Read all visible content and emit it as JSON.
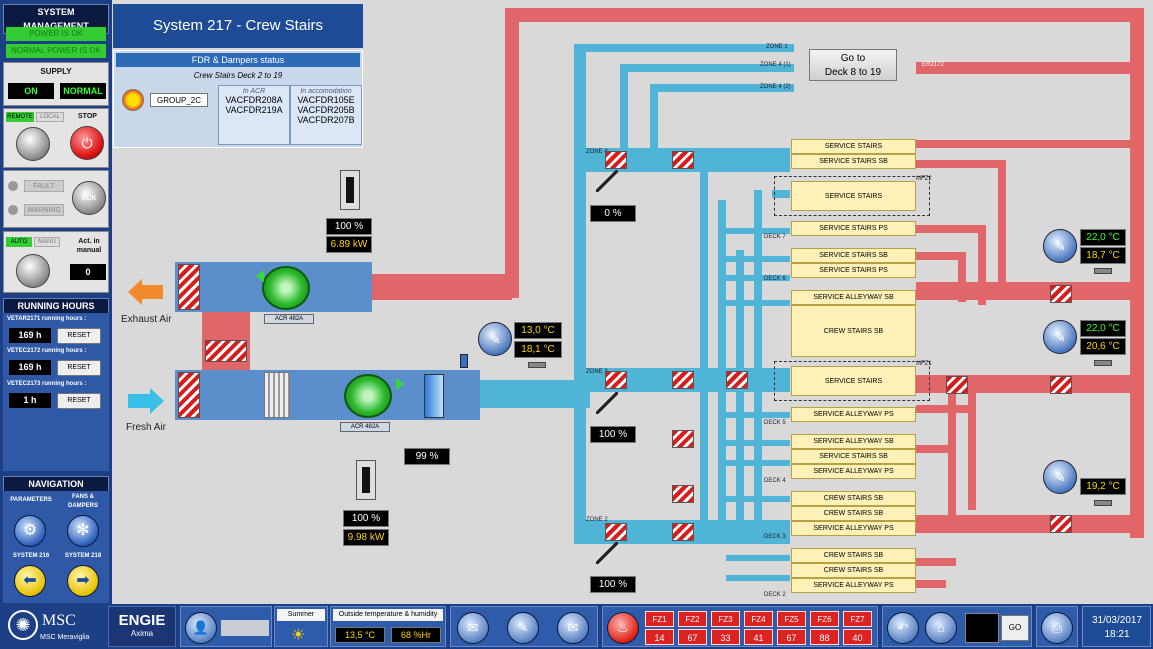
{
  "left": {
    "system_management": "SYSTEM MANAGEMENT",
    "power1": "POWER IS OK",
    "power2": "NORMAL POWER IS OK",
    "supply": "SUPPLY",
    "supply_on": "ON",
    "supply_mode": "NORMAL",
    "remote": "REMOTE",
    "local": "LOCAL",
    "stop": "STOP",
    "fault": "FAULT",
    "warning": "WARNING",
    "ack": "ACK",
    "auto": "AUTO",
    "manu": "MANU",
    "act_manual": "Act. in manual",
    "act_manual_value": "0",
    "running_hours": "RUNNING HOURS",
    "rh": [
      {
        "label": "VETAR2171 running hours :",
        "value": "169  h",
        "reset": "RESET"
      },
      {
        "label": "VETEC2172 running hours :",
        "value": "169  h",
        "reset": "RESET"
      },
      {
        "label": "VETEC2173 running hours :",
        "value": "1  h",
        "reset": "RESET"
      }
    ],
    "navigation": "NAVIGATION",
    "parameters": "PARAMETERS",
    "fans_dampers": "FANS & DAMPERS",
    "system216": "SYSTEM 216",
    "system218": "SYSTEM 218"
  },
  "title": "System 217 - Crew Stairs",
  "fdr": {
    "header": "FDR & Dampers status",
    "subtitle": "Crew Stairs Deck 2 to 19",
    "group": "GROUP_2C",
    "in_acr": "In ACR",
    "acr_items": [
      "VACFDR208A",
      "VACFDR219A"
    ],
    "in_accom": "In accomodation",
    "accom_items": [
      "VACFDR105E",
      "VACFDR205B",
      "VACFDR207B"
    ]
  },
  "goto": "Go to\nDeck 8 to 19",
  "diagram": {
    "exhaust_air": "Exhaust Air",
    "fresh_air": "Fresh Air",
    "acr_top": "ACR 482A",
    "acr_bottom": "ACR 482A",
    "fan_top_pct": "100 %",
    "fan_top_kw": "6.89  kW",
    "fan_bot_pct": "100 %",
    "fan_bot_kw": "9.98  kW",
    "coil_pct": "99 %",
    "temp_in1": "13,0  °C",
    "temp_in2": "18,1  °C",
    "zone1": "ZONE 1",
    "zone4_1": "ZONE 4 (1)",
    "zone4_2": "ZONE 4 (2)",
    "er": "ER2172",
    "zone4": "ZONE 4",
    "zone3": "ZONE 3",
    "zone2": "ZONE 2",
    "z4_pct": "0 %",
    "z3_pct": "100 %",
    "z2_pct": "100 %",
    "mfz1": "MFZ1",
    "mfz2": "MFZ2",
    "decks": [
      "DECK 7",
      "DECK 6",
      "DECK 5",
      "DECK 4",
      "DECK 3",
      "DECK 2"
    ],
    "r_t1a": "22,0  °C",
    "r_t1b": "18,7  °C",
    "r_t2a": "22,0  °C",
    "r_t2b": "20,6  °C",
    "r_t3": "19,2  °C"
  },
  "services": [
    "SERVICE STAIRS",
    "SERVICE STAIRS SB",
    "SERVICE STAIRS",
    "SERVICE STAIRS PS",
    "SERVICE STAIRS SB",
    "SERVICE STAIRS PS",
    "SERVICE ALLEYWAY SB",
    "CREW STAIRS SB",
    "SERVICE STAIRS",
    "SERVICE ALLEYWAY PS",
    "SERVICE ALLEYWAY SB",
    "SERVICE STAIRS SB",
    "SERVICE ALLEYWAY PS",
    "CREW STAIRS SB",
    "CREW STAIRS SB",
    "SERVICE ALLEYWAY PS",
    "CREW STAIRS SB",
    "CREW STAIRS SB",
    "SERVICE ALLEYWAY PS"
  ],
  "bottom": {
    "msc": "MSC",
    "msc_sub": "MSC Meraviglia",
    "engie": "ENGIE",
    "engie_sub": "Axima",
    "season": "Summer",
    "outside_label": "Outside temperature & humidity",
    "outside_temp": "13,5  °C",
    "outside_hum": "68  %Hr",
    "fz_labels": [
      "FZ1",
      "FZ2",
      "FZ3",
      "FZ4",
      "FZ5",
      "FZ6",
      "FZ7"
    ],
    "fz_values": [
      "14",
      "67",
      "33",
      "41",
      "67",
      "88",
      "40"
    ],
    "go": "GO",
    "date": "31/03/2017",
    "time": "18:21"
  }
}
